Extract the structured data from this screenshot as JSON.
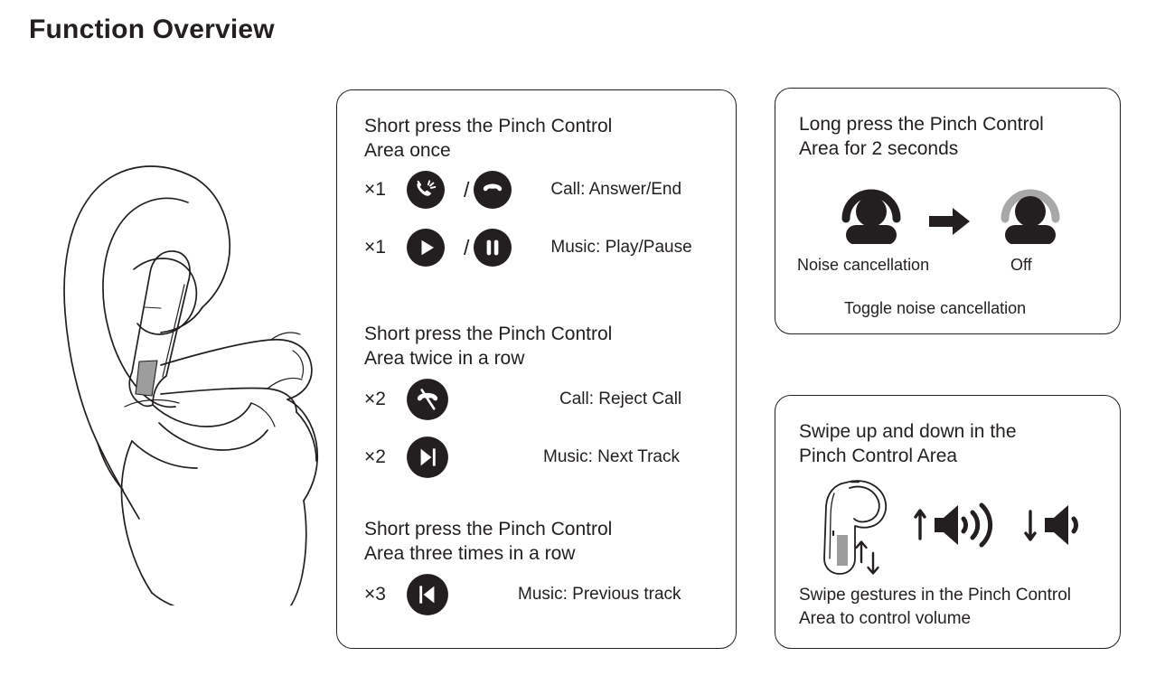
{
  "page": {
    "title": "Function Overview"
  },
  "illustration": {
    "name": "hand-pinching-earbud-in-ear",
    "alt": "Line drawing of a hand pinching the stem of an earbud worn in an ear"
  },
  "panels": {
    "press": {
      "groups": [
        {
          "title": "Short press the Pinch Control\nArea once",
          "rows": [
            {
              "multiplier": "×1",
              "icons": [
                "call-answer-icon",
                "call-end-icon"
              ],
              "separator": "/",
              "label": "Call: Answer/End"
            },
            {
              "multiplier": "×1",
              "icons": [
                "play-icon",
                "pause-icon"
              ],
              "separator": "/",
              "label": "Music: Play/Pause"
            }
          ]
        },
        {
          "title": "Short press the Pinch Control\nArea twice in a row",
          "rows": [
            {
              "multiplier": "×2",
              "icons": [
                "call-reject-icon"
              ],
              "separator": "",
              "label": "Call: Reject Call"
            },
            {
              "multiplier": "×2",
              "icons": [
                "next-track-icon"
              ],
              "separator": "",
              "label": "Music: Next Track"
            }
          ]
        },
        {
          "title": "Short press the Pinch Control\nArea three times in a row",
          "rows": [
            {
              "multiplier": "×3",
              "icons": [
                "previous-track-icon"
              ],
              "separator": "",
              "label": "Music: Previous track"
            }
          ]
        }
      ]
    },
    "anc": {
      "title": "Long press the Pinch Control\nArea for 2 seconds",
      "state_on_label": "Noise cancellation",
      "state_off_label": "Off",
      "arrow": "arrow-right-icon",
      "footer": "Toggle noise cancellation"
    },
    "swipe": {
      "title": "Swipe up and down in the\nPinch Control Area",
      "earbud_icon": "earbud-swipe-icon",
      "volume_up_icon": "volume-up-icon",
      "volume_down_icon": "volume-down-icon",
      "caption": "Swipe gestures in the Pinch Control\nArea to control volume"
    }
  },
  "colors": {
    "ink": "#231f20",
    "muted_gray": "#a8a8a8",
    "shade_gray": "#9d9d9d",
    "background": "#ffffff"
  }
}
